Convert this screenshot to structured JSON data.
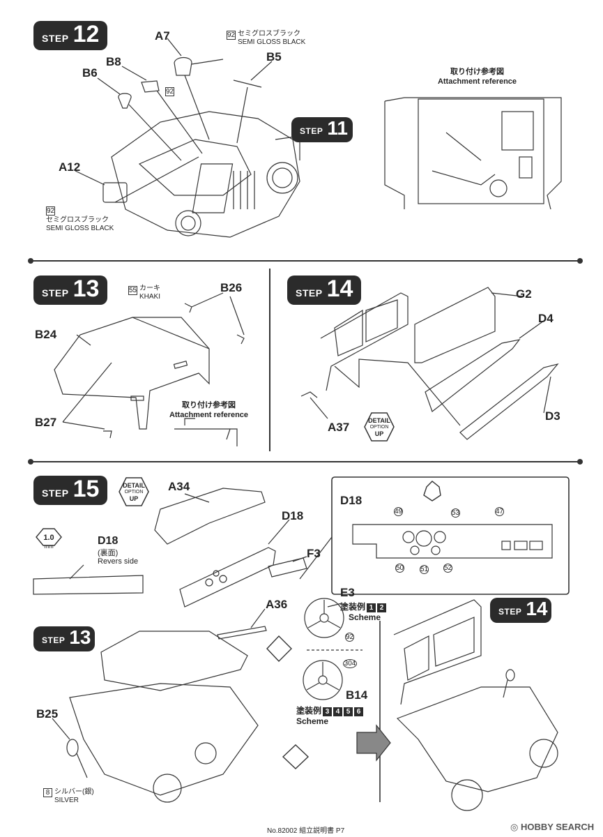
{
  "steps": {
    "s12": {
      "word": "STEP",
      "num": "12"
    },
    "s11": {
      "word": "STEP",
      "num": "11"
    },
    "s13": {
      "word": "STEP",
      "num": "13"
    },
    "s14": {
      "word": "STEP",
      "num": "14"
    },
    "s15": {
      "word": "STEP",
      "num": "15"
    },
    "s13b": {
      "word": "STEP",
      "num": "13"
    },
    "s14b": {
      "word": "STEP",
      "num": "14"
    }
  },
  "parts": {
    "a7": "A7",
    "b8": "B8",
    "b6": "B6",
    "b5": "B5",
    "a12": "A12",
    "b26": "B26",
    "b24": "B24",
    "b27": "B27",
    "g2": "G2",
    "d4": "D4",
    "d3": "D3",
    "a37": "A37",
    "a34": "A34",
    "d18_top": "D18",
    "d18_box": "D18",
    "d18_rev": "D18",
    "f3": "F3",
    "e3": "E3",
    "a36": "A36",
    "b14": "B14",
    "b25": "B25"
  },
  "paints": {
    "p92": "92",
    "p92b": "92",
    "p92c": "92",
    "p92d": "92",
    "p55": "55",
    "p304": "304",
    "p8": "8",
    "sgb_jp": "セミグロスブラック",
    "sgb_en": "SEMI GLOSS BLACK",
    "sgb2_jp": "セミグロスブラック",
    "sgb2_en": "SEMI GLOSS BLACK",
    "khaki_jp": "カーキ",
    "khaki_en": "KHAKI",
    "silver_jp": "シルバー(銀)",
    "silver_en": "SILVER"
  },
  "gauges": {
    "g49": "49",
    "g53": "53",
    "g47": "47",
    "g50": "50",
    "g51": "51",
    "g52": "52"
  },
  "refs": {
    "ref12_jp": "取り付け参考図",
    "ref12_en": "Attachment reference",
    "ref13_jp": "取り付け参考図",
    "ref13_en": "Attachment reference"
  },
  "badges": {
    "b14": {
      "t1": "DETAIL",
      "t2": "OPTION",
      "t3": "UP"
    },
    "b15": {
      "t1": "DETAIL",
      "t2": "OPTION",
      "t3": "UP"
    }
  },
  "drill": {
    "size": "1.0",
    "unit": "mm"
  },
  "reverse": {
    "jp": "(裏面)",
    "en": "Revers side"
  },
  "schemes": {
    "s1_jp": "塗装例",
    "s1_n1": "1",
    "s1_n2": "2",
    "s1_en": "Scheme",
    "s2_jp": "塗装例",
    "s2_n1": "3",
    "s2_n2": "4",
    "s2_n3": "5",
    "s2_n4": "6",
    "s2_en": "Scheme"
  },
  "footer": {
    "doc": "No.82002 組立説明書 P7",
    "watermark": "HOBBY SEARCH"
  }
}
